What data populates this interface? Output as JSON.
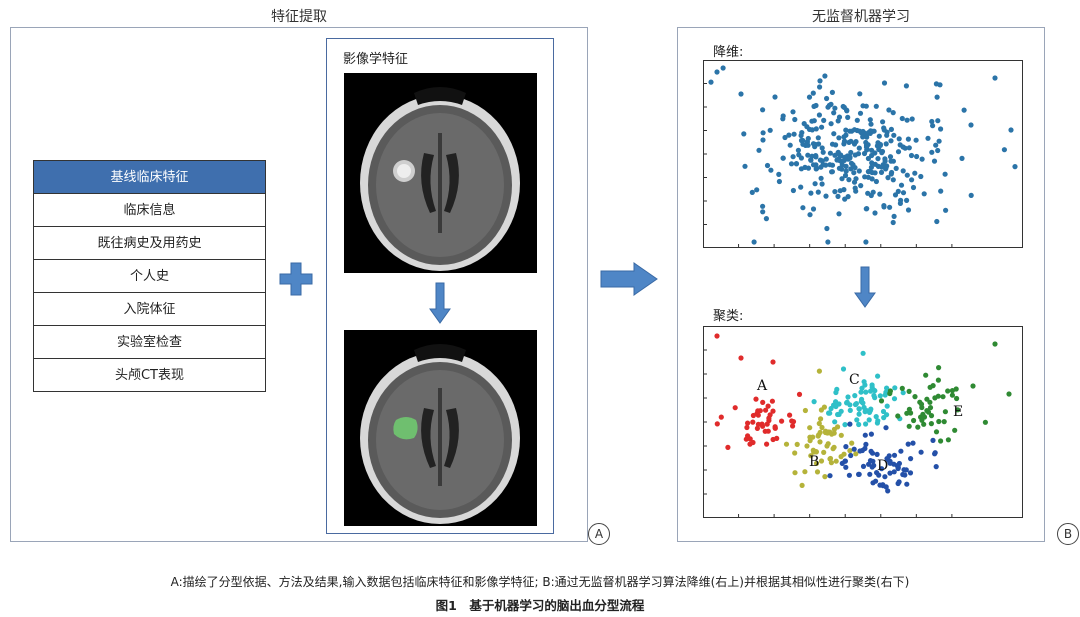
{
  "panel_a": {
    "title": "特征提取",
    "badge": "A",
    "clinical_list": {
      "header": "基线临床特征",
      "items": [
        "临床信息",
        "既往病史及用药史",
        "个人史",
        "入院体征",
        "实验室检查",
        "头颅CT表现"
      ]
    },
    "imaging_title": "影像学特征"
  },
  "panel_b": {
    "title": "无监督机器学习",
    "badge": "B",
    "reduction_label": "降维:",
    "cluster_label": "聚类:",
    "cluster_names": [
      "A",
      "B",
      "C",
      "D",
      "E"
    ]
  },
  "caption": "A:描绘了分型依据、方法及结果,输入数据包括临床特征和影像学特征; B:通过无监督机器学习算法降维(右上)并根据其相似性进行聚类(右下)",
  "figure_title": "图1　基于机器学习的脑出血分型流程",
  "colors": {
    "header_blue": "#3f6fae",
    "arrow_blue": "#4f86c6",
    "scatter_blue": "#2b74a8",
    "cluster_A": "#e02b2b",
    "cluster_B": "#b5b33a",
    "cluster_C": "#2fc0c8",
    "cluster_D": "#2450a8",
    "cluster_E": "#2f8a33"
  }
}
